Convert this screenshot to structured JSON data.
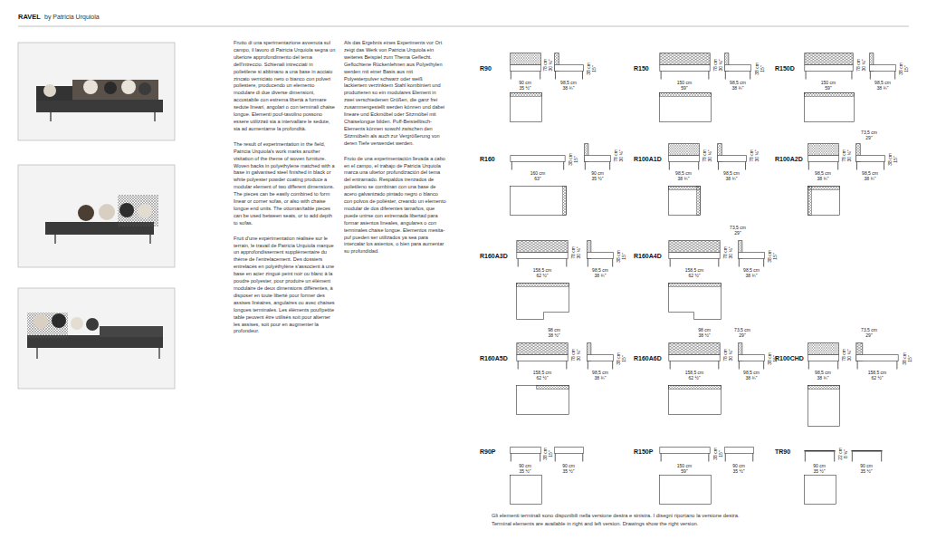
{
  "diagram": {
    "title": "RAVEL",
    "labels": [
      "by Patricia Urquiola",
      "Frutto di una sperimentazione avvenuta sul campo, il lavoro di Patricia Urquiola segna un ulteriore approfondimento del tema dell'intreccio. Schienali intrecciati in polietilene si abbinano a una base in acciaio zincato verniciato nero o bianco con polveri poliestere, producendo un elemento modulare di due diverse dimensioni, accostabile con estrema libertà a formare sedute lineari, angolari o con terminali chaise longue. Elementi pouf-tavolino possono essere utilizzati sia a intervallare le sedute, sia ad aumentarne la profondità.",
      "The result of experimentation in the field, Patricia Urquiola's work marks another visitation of the theme of woven furniture. Woven backs in polyethylene matched with a base in galvanised steel finished in black or white polyester powder coating produce a modular element of two different dimensions. The pieces can be easily combined to form linear or corner sofas, or also with chaise longue end units. The ottoman/table pieces can be used between seats, or to add depth to sofas.",
      "Fruit d'une expérimentation réalisée sur le terrain, le travail de Patricia Urquiola marque un approfondissement supplémentaire du thème de l'entrelacement. Des dossiers entrelacés en polyéthylène s'associent à une base en acier zingué peint noir ou blanc à la poudre polyester, pour produire un élément modulaire de deux dimensions différentes, à disposer en toute liberté pour former des assises linéaires, angulaires ou avec chaises longues terminales. Les éléments pouf/petite table peuvent être utilisés soit pour alterner les assises, soit pour en augmenter la profondeur.",
      "Als das Ergebnis eines Experiments vor Ort zeigt das Werk von Patricia Urquiola ein weiteres Beispiel zum Thema Geflecht. Geflochtene Rückenlehnen aus Polyethylen werden mit einer Basis aus mit Polyesterpulver schwarz oder weiß lackiertem verzinktem Stahl kombiniert und produzieren so ein modulares Element in zwei verschiedenen Größen, die ganz frei zusammengestellt werden können und dabei lineare und Eckmöbel oder Sitzmöbel mit Chaiselongue bilden. Puff-Beistelltisch-Elements können sowohl zwischen den Sitzmöbeln als auch zur Vergrößerung von deren Tiefe verwendet werden.",
      "Fruto de una experimentación llevada a cabo en el campo, el trabajo de Patricia Urquiola marca una ulterior profundización del tema del entramado. Respaldos trenzados de polietileno se combinan con una base de acero galvanizado pintado negro o blanco con polvos de poliéster, creando un elemento modular de dos diferentes tamaños, que puede unirse con extremada libertad para formar asientos lineales, angulares o con terminales chaise longue. Elementos mesita-puf pueden ser utilizados ya sea para intercalar los asientos, o bien para aumentar su profundidad.",
      "R90",
      "90 cm",
      "35 ½\"",
      "78 cm",
      "30 ¾\"",
      "98,5 cm",
      "38 ¾\"",
      "38 cm",
      "15\"",
      "R150",
      "150 cm",
      "59\"",
      "78 cm",
      "30 ¾\"",
      "98,5 cm",
      "38 ¾\"",
      "38 cm",
      "15\"",
      "R150D",
      "150 cm",
      "59\"",
      "78 cm",
      "30 ¾\"",
      "98,5 cm",
      "38 ¾\"",
      "38 cm",
      "15\"",
      "R160",
      "160 cm",
      "63\"",
      "38 cm",
      "15\"",
      "90 cm",
      "35 ½\"",
      "78 cm",
      "30 ¾\"",
      "R100A1D",
      "78 cm",
      "30 ¾\"",
      "98,5 cm",
      "38 ¾\"",
      "98,5 cm",
      "38 ¾\"",
      "78 cm",
      "30 ¾\"",
      "R100A2D",
      "73,5 cm",
      "29\"",
      "78 cm",
      "30 ¾\"",
      "98,5 cm",
      "38 ¾\"",
      "98,5 cm",
      "38 ¾\"",
      "38 cm",
      "15\"",
      "R160A3D",
      "158,5 cm",
      "62 ½\"",
      "78 cm",
      "30 ¾\"",
      "98,5 cm",
      "38 ¾\"",
      "38 cm",
      "15\"",
      "R160A4D",
      "73,5 cm",
      "29\"",
      "158,5 cm",
      "62 ½\"",
      "78 cm",
      "30 ¾\"",
      "98,5 cm",
      "38 ¾\"",
      "38 cm",
      "15\"",
      "R160A5D",
      "98 cm",
      "38 ½\"",
      "158,5 cm",
      "62 ½\"",
      "78 cm",
      "30 ¾\"",
      "98,5 cm",
      "38 ¾\"",
      "38 cm",
      "15\"",
      "R160A6D",
      "98 cm",
      "38 ½\"",
      "73,5 cm",
      "29\"",
      "158,5 cm",
      "62 ½\"",
      "78 cm",
      "30 ¾\"",
      "98,5 cm",
      "38 ¾\"",
      "38 cm",
      "15\"",
      "R100CHD",
      "73,5 cm",
      "29\"",
      "98,5 cm",
      "38 ¾\"",
      "78 cm",
      "30 ¾\"",
      "158,5 cm",
      "62 ½\"",
      "38 cm",
      "15\"",
      "R90P",
      "90 cm",
      "35 ½\"",
      "38 cm",
      "15\"",
      "90 cm",
      "35 ½\"",
      "R150P",
      "150 cm",
      "59\"",
      "38 cm",
      "15\"",
      "90 cm",
      "35 ½\"",
      "TR90",
      "90 cm",
      "35 ½\"",
      "22 cm",
      "8 ¾\"",
      "90 cm",
      "35 ½\"",
      "Gli elementi terminali sono disponibili nella versione destra e sinistra. I disegni riportano la versione destra.",
      "Terminal elements are available in right and left version. Drawings show the right version."
    ]
  }
}
